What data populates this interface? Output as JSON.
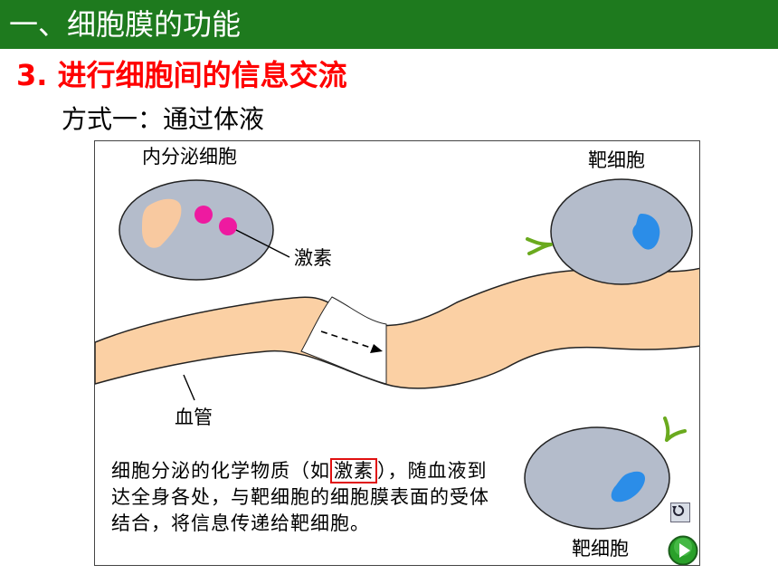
{
  "header": {
    "title": "一、细胞膜的功能"
  },
  "subtitle": "3. 进行细胞间的信息交流",
  "method": "方式一：通过体液",
  "diagram": {
    "endocrine_cell_label": "内分泌细胞",
    "hormone_label": "激素",
    "target_cell_top_label": "靶细胞",
    "blood_vessel_label": "血管",
    "target_cell_bottom_label": "靶细胞",
    "description": {
      "part1": "细胞分泌的化学物质（如",
      "highlight": "激素",
      "part2": "），随血液到达全身各处，与靶细胞的细胞膜表面的受体结合，将信息传递给靶细胞。"
    }
  },
  "colors": {
    "header_bg": "#1e7a1e",
    "subtitle": "#ff0000",
    "cell_fill": "#b4bccb",
    "nucleus_endocrine": "#f8c9a0",
    "hormone": "#ee1aa0",
    "nucleus_target": "#2b8de8",
    "receptor": "#6aaa1e",
    "vessel": "#fbd0a4"
  },
  "controls": {
    "replay_icon": "replay-icon",
    "play_icon": "play-icon"
  }
}
